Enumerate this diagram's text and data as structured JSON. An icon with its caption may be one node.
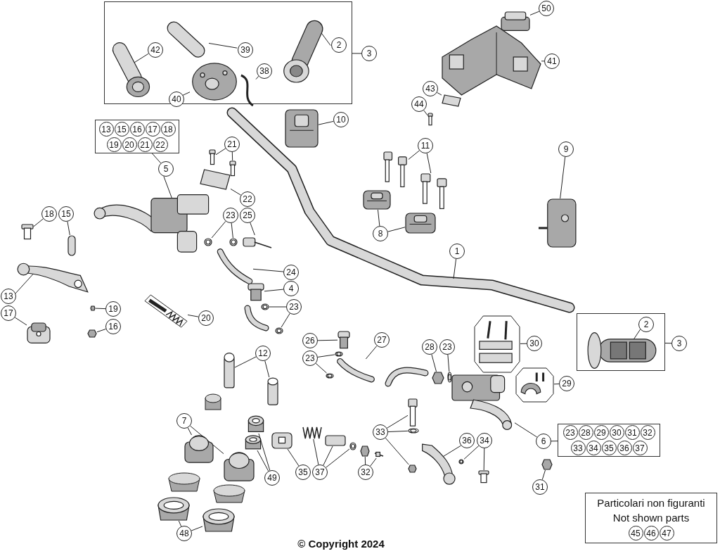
{
  "diagram": {
    "nodes": [
      {
        "text": [],
        "shape": "box"
      },
      {
        "text": [],
        "shape": "picture",
        "in": 0
      },
      {
        "text": [],
        "shape": "picture",
        "in": 0
      },
      {
        "text": [],
        "shape": "picture",
        "in": 0
      },
      {
        "text": [],
        "shape": "picture",
        "in": 0
      },
      {
        "text": [],
        "shape": "picture",
        "in": 0
      },
      {
        "text": [
          "42"
        ],
        "in": 0
      },
      {
        "text": [
          "39"
        ],
        "in": 0
      },
      {
        "text": [
          "2"
        ],
        "in": 0
      },
      {
        "text": [
          "38"
        ],
        "in": 0
      },
      {
        "text": [
          "40"
        ],
        "in": 0
      },
      {
        "text": [
          "3"
        ]
      },
      {
        "text": [],
        "shape": "cylinder"
      },
      {
        "text": [
          "50"
        ]
      },
      {
        "text": [],
        "shape": "picture"
      },
      {
        "text": [
          "41"
        ]
      },
      {
        "text": [],
        "shape": "plate"
      },
      {
        "text": [],
        "shape": "bar"
      },
      {
        "text": [
          "43"
        ]
      },
      {
        "text": [
          "44"
        ]
      },
      {
        "text": [],
        "shape": "picture"
      },
      {
        "text": [
          "10"
        ]
      },
      {
        "text": [],
        "shape": "box"
      },
      {
        "text": [
          "13"
        ],
        "in": 22
      },
      {
        "text": [
          "15"
        ],
        "in": 22
      },
      {
        "text": [
          "16"
        ],
        "in": 22
      },
      {
        "text": [
          "17"
        ],
        "in": 22
      },
      {
        "text": [
          "18"
        ],
        "in": 22
      },
      {
        "text": [
          "19"
        ],
        "in": 22
      },
      {
        "text": [
          "20"
        ],
        "in": 22
      },
      {
        "text": [
          "21"
        ],
        "in": 22
      },
      {
        "text": [
          "22"
        ],
        "in": 22
      },
      {
        "text": [
          "5"
        ]
      },
      {
        "text": [],
        "shape": "picture"
      },
      {
        "text": [],
        "shape": "picture"
      },
      {
        "text": [
          "21"
        ]
      },
      {
        "text": [],
        "shape": "picture"
      },
      {
        "text": [
          "22"
        ]
      },
      {
        "text": [],
        "shape": "picture"
      },
      {
        "text": [],
        "shape": "picture"
      },
      {
        "text": [],
        "shape": "picture"
      },
      {
        "text": [
          "11"
        ]
      },
      {
        "text": [],
        "shape": "picture"
      },
      {
        "text": [],
        "shape": "picture"
      },
      {
        "text": [
          "8"
        ]
      },
      {
        "text": [],
        "shape": "picture"
      },
      {
        "text": [
          "9"
        ]
      },
      {
        "text": [
          "1"
        ]
      },
      {
        "text": [],
        "shape": "picture"
      },
      {
        "text": [
          "18"
        ]
      },
      {
        "text": [],
        "shape": "bar"
      },
      {
        "text": [
          "15"
        ]
      },
      {
        "text": [],
        "shape": "picture"
      },
      {
        "text": [],
        "shape": "picture"
      },
      {
        "text": [
          "23"
        ]
      },
      {
        "text": [],
        "shape": "picture"
      },
      {
        "text": [
          "25"
        ]
      },
      {
        "text": [],
        "shape": "picture"
      },
      {
        "text": [
          "13"
        ]
      },
      {
        "text": [],
        "shape": "picture"
      },
      {
        "text": [
          "24"
        ]
      },
      {
        "text": [],
        "shape": "picture"
      },
      {
        "text": [
          "4"
        ]
      },
      {
        "text": [],
        "shape": "picture"
      },
      {
        "text": [],
        "shape": "picture"
      },
      {
        "text": [
          "23"
        ]
      },
      {
        "text": [],
        "shape": "hexagon"
      },
      {
        "text": [
          "19"
        ]
      },
      {
        "text": [],
        "shape": "picture"
      },
      {
        "text": [
          "17"
        ]
      },
      {
        "text": [],
        "shape": "hexagon"
      },
      {
        "text": [
          "16"
        ]
      },
      {
        "text": [],
        "shape": "picture"
      },
      {
        "text": [
          "20"
        ]
      },
      {
        "text": [],
        "shape": "box"
      },
      {
        "text": [],
        "shape": "picture",
        "in": 74
      },
      {
        "text": [
          "2"
        ],
        "in": 74
      },
      {
        "text": [
          "3"
        ]
      },
      {
        "text": [],
        "shape": "picture"
      },
      {
        "text": [
          "26"
        ]
      },
      {
        "text": [],
        "shape": "picture"
      },
      {
        "text": [],
        "shape": "picture"
      },
      {
        "text": [
          "23"
        ]
      },
      {
        "text": [],
        "shape": "picture"
      },
      {
        "text": [
          "27"
        ]
      },
      {
        "text": [],
        "shape": "hexagon"
      },
      {
        "text": [
          "28"
        ]
      },
      {
        "text": [],
        "shape": "picture"
      },
      {
        "text": [
          "23"
        ]
      },
      {
        "text": [],
        "shape": "picture"
      },
      {
        "text": [
          "30"
        ]
      },
      {
        "text": [],
        "shape": "picture"
      },
      {
        "text": [
          "29"
        ]
      },
      {
        "text": [],
        "shape": "picture"
      },
      {
        "text": [
          "6"
        ]
      },
      {
        "text": [],
        "shape": "box"
      },
      {
        "text": [
          "23"
        ],
        "in": 95
      },
      {
        "text": [
          "28"
        ],
        "in": 95
      },
      {
        "text": [
          "29"
        ],
        "in": 95
      },
      {
        "text": [
          "30"
        ],
        "in": 95
      },
      {
        "text": [
          "31"
        ],
        "in": 95
      },
      {
        "text": [
          "32"
        ],
        "in": 95
      },
      {
        "text": [
          "33"
        ],
        "in": 95
      },
      {
        "text": [
          "34"
        ],
        "in": 95
      },
      {
        "text": [
          "35"
        ],
        "in": 95
      },
      {
        "text": [
          "36"
        ],
        "in": 95
      },
      {
        "text": [
          "37"
        ],
        "in": 95
      },
      {
        "text": [],
        "shape": "cylinder"
      },
      {
        "text": [],
        "shape": "cylinder"
      },
      {
        "text": [
          "12"
        ]
      },
      {
        "text": [],
        "shape": "block"
      },
      {
        "text": [],
        "shape": "block"
      },
      {
        "text": [
          "7"
        ]
      },
      {
        "text": [],
        "shape": "cylinder"
      },
      {
        "text": [],
        "shape": "cylinder"
      },
      {
        "text": [
          "49"
        ]
      },
      {
        "text": [],
        "shape": "picture"
      },
      {
        "text": [],
        "shape": "picture"
      },
      {
        "text": [
          "48"
        ]
      },
      {
        "text": [],
        "shape": "picture"
      },
      {
        "text": [
          "35"
        ]
      },
      {
        "text": [],
        "shape": "picture"
      },
      {
        "text": [],
        "shape": "bar"
      },
      {
        "text": [],
        "shape": "picture"
      },
      {
        "text": [
          "37"
        ]
      },
      {
        "text": [],
        "shape": "hexagon"
      },
      {
        "text": [],
        "shape": "picture"
      },
      {
        "text": [
          "32"
        ]
      },
      {
        "text": [],
        "shape": "picture"
      },
      {
        "text": [],
        "shape": "picture"
      },
      {
        "text": [],
        "shape": "hexagon"
      },
      {
        "text": [
          "33"
        ]
      },
      {
        "text": [],
        "shape": "picture"
      },
      {
        "text": [
          "36"
        ]
      },
      {
        "text": [],
        "shape": "picture"
      },
      {
        "text": [],
        "shape": "picture"
      },
      {
        "text": [
          "34"
        ]
      },
      {
        "text": [],
        "shape": "hexagon"
      },
      {
        "text": [
          "31"
        ]
      },
      {
        "text": [
          "Particolari non figuranti",
          "Not shown parts"
        ]
      },
      {
        "text": [
          "45"
        ],
        "in": 139
      },
      {
        "text": [
          "46"
        ],
        "in": 139
      },
      {
        "text": [
          "47"
        ],
        "in": 139
      }
    ],
    "edges": [
      {
        "from": 6,
        "to": 1,
        "arrow": "none"
      },
      {
        "from": 7,
        "to": 2,
        "arrow": "none"
      },
      {
        "from": 8,
        "to": 5,
        "arrow": "none"
      },
      {
        "from": 9,
        "to": 4,
        "arrow": "none"
      },
      {
        "from": 10,
        "to": 3,
        "arrow": "none"
      },
      {
        "from": 11,
        "to": 0,
        "arrow": "none"
      },
      {
        "from": 13,
        "to": 12,
        "arrow": "none"
      },
      {
        "from": 15,
        "to": 14,
        "arrow": "none"
      },
      {
        "from": 18,
        "to": 16,
        "arrow": "none"
      },
      {
        "from": 19,
        "to": 17,
        "arrow": "none"
      },
      {
        "from": 21,
        "to": 20,
        "arrow": "none"
      },
      {
        "from": 32,
        "to": 22,
        "arrow": "none"
      },
      {
        "from": 32,
        "to": 38,
        "arrow": "none"
      },
      {
        "from": 35,
        "to": 33,
        "arrow": "none"
      },
      {
        "from": 35,
        "to": 34,
        "arrow": "none"
      },
      {
        "from": 37,
        "to": 36,
        "arrow": "none"
      },
      {
        "from": 41,
        "to": 39,
        "arrow": "none"
      },
      {
        "from": 41,
        "to": 40,
        "arrow": "none"
      },
      {
        "from": 44,
        "to": 42,
        "arrow": "none"
      },
      {
        "from": 44,
        "to": 43,
        "arrow": "none"
      },
      {
        "from": 46,
        "to": 45,
        "arrow": "none"
      },
      {
        "from": 47,
        "to": null,
        "arrow": "none"
      },
      {
        "from": 49,
        "to": 48,
        "arrow": "none"
      },
      {
        "from": 51,
        "to": 50,
        "arrow": "none"
      },
      {
        "from": 54,
        "to": 52,
        "arrow": "none"
      },
      {
        "from": 54,
        "to": 53,
        "arrow": "none"
      },
      {
        "from": 56,
        "to": 55,
        "arrow": "none"
      },
      {
        "from": 58,
        "to": 57,
        "arrow": "none"
      },
      {
        "from": 60,
        "to": 59,
        "arrow": "none"
      },
      {
        "from": 62,
        "to": 61,
        "arrow": "none"
      },
      {
        "from": 65,
        "to": 63,
        "arrow": "none"
      },
      {
        "from": 65,
        "to": 64,
        "arrow": "none"
      },
      {
        "from": 67,
        "to": 66,
        "arrow": "none"
      },
      {
        "from": 69,
        "to": 68,
        "arrow": "none"
      },
      {
        "from": 71,
        "to": 70,
        "arrow": "none"
      },
      {
        "from": 73,
        "to": 72,
        "arrow": "none"
      },
      {
        "from": 76,
        "to": 75,
        "arrow": "none"
      },
      {
        "from": 77,
        "to": 74,
        "arrow": "none"
      },
      {
        "from": 79,
        "to": 78,
        "arrow": "none"
      },
      {
        "from": 82,
        "to": 80,
        "arrow": "none"
      },
      {
        "from": 82,
        "to": 81,
        "arrow": "none"
      },
      {
        "from": 84,
        "to": 83,
        "arrow": "none"
      },
      {
        "from": 86,
        "to": 85,
        "arrow": "none"
      },
      {
        "from": 88,
        "to": 87,
        "arrow": "none"
      },
      {
        "from": 90,
        "to": 89,
        "arrow": "none"
      },
      {
        "from": 92,
        "to": 91,
        "arrow": "none"
      },
      {
        "from": 94,
        "to": 93,
        "arrow": "none"
      },
      {
        "from": 94,
        "to": 95,
        "arrow": "none"
      },
      {
        "from": 109,
        "to": 107,
        "arrow": "none"
      },
      {
        "from": 109,
        "to": 108,
        "arrow": "none"
      },
      {
        "from": 112,
        "to": 110,
        "arrow": "none"
      },
      {
        "from": 112,
        "to": 111,
        "arrow": "none"
      },
      {
        "from": 115,
        "to": 113,
        "arrow": "none"
      },
      {
        "from": 115,
        "to": 114,
        "arrow": "none"
      },
      {
        "from": 118,
        "to": 116,
        "arrow": "none"
      },
      {
        "from": 118,
        "to": 117,
        "arrow": "none"
      },
      {
        "from": 120,
        "to": 119,
        "arrow": "none"
      },
      {
        "from": 124,
        "to": 121,
        "arrow": "none"
      },
      {
        "from": 124,
        "to": 122,
        "arrow": "none"
      },
      {
        "from": 124,
        "to": 123,
        "arrow": "none"
      },
      {
        "from": 127,
        "to": 125,
        "arrow": "none"
      },
      {
        "from": 127,
        "to": 126,
        "arrow": "none"
      },
      {
        "from": 131,
        "to": 128,
        "arrow": "none"
      },
      {
        "from": 131,
        "to": 129,
        "arrow": "none"
      },
      {
        "from": 131,
        "to": 130,
        "arrow": "none"
      },
      {
        "from": 133,
        "to": 132,
        "arrow": "none"
      },
      {
        "from": 136,
        "to": 134,
        "arrow": "none"
      },
      {
        "from": 136,
        "to": 135,
        "arrow": "none"
      },
      {
        "from": 138,
        "to": 137,
        "arrow": "none"
      }
    ],
    "labels": [
      "© Copyright 2024"
    ]
  }
}
